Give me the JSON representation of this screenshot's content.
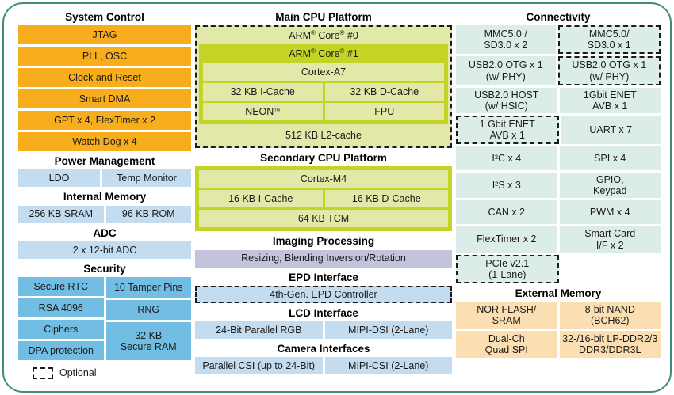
{
  "legend": {
    "label": "Optional",
    "swatch_name": "dashed-box"
  },
  "colors": {
    "frame": "#3e8b7c",
    "orange": "#f7ad1c",
    "blue": "#c3dcef",
    "security_blue": "#72bde3",
    "imaging_purple": "#c3c3dc",
    "connectivity_teal": "#dcede9",
    "external_memory_peach": "#fbdfb3",
    "cpu_green": "#c3d424",
    "cpu_olive": "#e2e8a8"
  },
  "left_column": {
    "system_control": {
      "title": "System Control",
      "items": [
        "JTAG",
        "PLL, OSC",
        "Clock and Reset",
        "Smart DMA",
        "GPT x 4, FlexTimer x 2",
        "Watch Dog x 4"
      ]
    },
    "power_management": {
      "title": "Power Management",
      "items": [
        "LDO",
        "Temp Monitor"
      ]
    },
    "internal_memory": {
      "title": "Internal Memory",
      "items": [
        "256 KB SRAM",
        "96 KB ROM"
      ]
    },
    "adc": {
      "title": "ADC",
      "items": [
        "2 x 12-bit ADC"
      ]
    },
    "security": {
      "title": "Security",
      "col_a": [
        "Secure RTC",
        "RSA 4096",
        "Ciphers",
        "DPA protection"
      ],
      "col_b": [
        "10 Tamper Pins",
        "RNG",
        "32 KB\nSecure RAM"
      ]
    }
  },
  "middle_column": {
    "main_cpu": {
      "title": "Main CPU Platform",
      "core0_label": "ARM® Core® #0",
      "core0_optional": true,
      "core1_label": "ARM® Core® #1",
      "cortex": "Cortex-A7",
      "caches": [
        "32 KB I-Cache",
        "32 KB D-Cache"
      ],
      "units": [
        "NEON™",
        "FPU"
      ],
      "l2": "512 KB L2-cache"
    },
    "secondary_cpu": {
      "title": "Secondary CPU Platform",
      "cortex": "Cortex-M4",
      "caches": [
        "16 KB I-Cache",
        "16 KB D-Cache"
      ],
      "tcm": "64 KB TCM"
    },
    "imaging": {
      "title": "Imaging Processing",
      "items": [
        "Resizing, Blending Inversion/Rotation"
      ]
    },
    "epd": {
      "title": "EPD Interface",
      "items": [
        "4th-Gen. EPD Controller"
      ],
      "optional": true
    },
    "lcd": {
      "title": "LCD Interface",
      "items": [
        "24-Bit Parallel RGB",
        "MIPI-DSI (2-Lane)"
      ]
    },
    "camera": {
      "title": "Camera Interfaces",
      "items": [
        "Parallel CSI (up to 24-Bit)",
        "MIPI-CSI (2-Lane)"
      ]
    }
  },
  "right_column": {
    "connectivity": {
      "title": "Connectivity",
      "rows": [
        {
          "left": {
            "label": "MMC5.0 /\nSD3.0 x 2",
            "optional": false
          },
          "right": {
            "label": "MMC5.0/\nSD3.0 x 1",
            "optional": true
          }
        },
        {
          "left": {
            "label": "USB2.0 OTG x 1\n(w/ PHY)",
            "optional": false
          },
          "right": {
            "label": "USB2.0 OTG x 1\n(w/ PHY)",
            "optional": true
          }
        },
        {
          "left": {
            "label": "USB2.0 HOST\n(w/ HSIC)",
            "optional": false
          },
          "right": {
            "label": "1Gbit ENET\nAVB x 1",
            "optional": false
          }
        },
        {
          "left": {
            "label": "1 Gbit ENET\nAVB x 1",
            "optional": true
          },
          "right": {
            "label": "UART x 7",
            "optional": false
          }
        },
        {
          "left": {
            "label": "I²C x 4",
            "optional": false
          },
          "right": {
            "label": "SPI x 4",
            "optional": false
          }
        },
        {
          "left": {
            "label": "I²S x 3",
            "optional": false
          },
          "right": {
            "label": "GPIO,\nKeypad",
            "optional": false
          }
        },
        {
          "left": {
            "label": "CAN x 2",
            "optional": false
          },
          "right": {
            "label": "PWM x 4",
            "optional": false
          }
        },
        {
          "left": {
            "label": "FlexTimer x 2",
            "optional": false
          },
          "right": {
            "label": "Smart Card\nI/F x 2",
            "optional": false
          }
        },
        {
          "left": {
            "label": "PCIe v2.1\n(1-Lane)",
            "optional": true
          },
          "right": {
            "label": "",
            "optional": false
          }
        }
      ]
    },
    "external_memory": {
      "title": "External Memory",
      "rows": [
        {
          "left": "NOR FLASH/\nSRAM",
          "right": "8-bit NAND\n(BCH62)"
        },
        {
          "left": "Dual-Ch\nQuad SPI",
          "right": "32-/16-bit LP-DDR2/3\nDDR3/DDR3L"
        }
      ]
    }
  }
}
